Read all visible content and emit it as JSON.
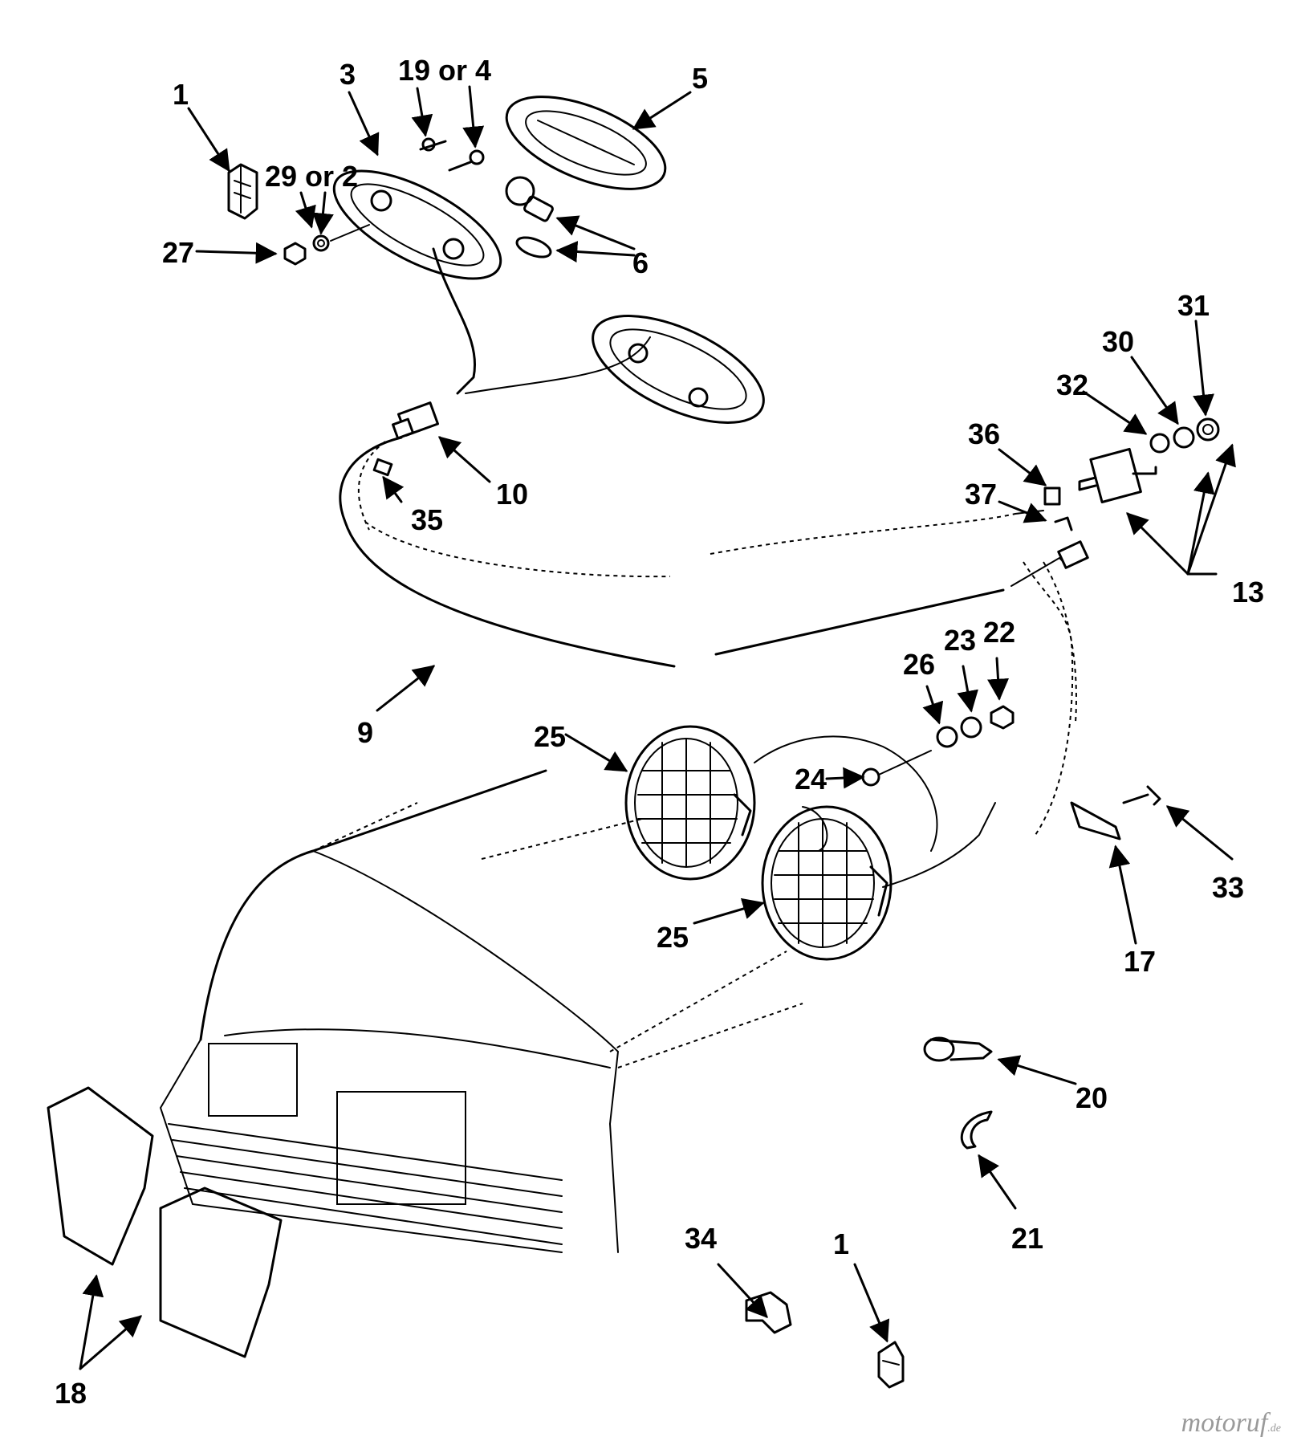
{
  "labels": {
    "p1_top": "1",
    "p3": "3",
    "p19or4": "19 or 4",
    "p5": "5",
    "p29or2": "29 or 2",
    "p27": "27",
    "p6": "6",
    "p31": "31",
    "p30": "30",
    "p32": "32",
    "p36": "36",
    "p37": "37",
    "p10": "10",
    "p35": "35",
    "p13": "13",
    "p22": "22",
    "p23": "23",
    "p26": "26",
    "p9": "9",
    "p25_top": "25",
    "p24": "24",
    "p33": "33",
    "p25_bottom": "25",
    "p17": "17",
    "p20": "20",
    "p21": "21",
    "p34": "34",
    "p1_bottom": "1",
    "p18": "18"
  },
  "watermark": {
    "name": "motoruf",
    "tld": ".de"
  }
}
